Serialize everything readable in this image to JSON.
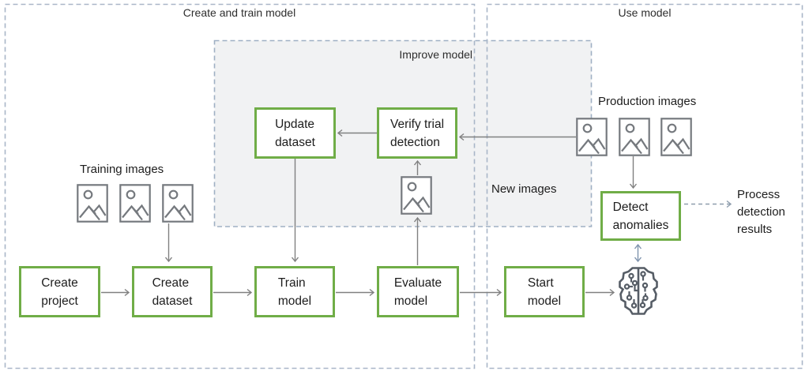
{
  "sections": {
    "create_and_train": {
      "title": "Create and train model"
    },
    "use_model": {
      "title": "Use model"
    },
    "improve_model": {
      "title": "Improve model"
    }
  },
  "nodes": {
    "create_project": {
      "label": "Create\nproject"
    },
    "create_dataset": {
      "label": "Create\ndataset"
    },
    "train_model": {
      "label": "Train\nmodel"
    },
    "evaluate_model": {
      "label": "Evaluate\nmodel"
    },
    "start_model": {
      "label": "Start\nmodel"
    },
    "update_dataset": {
      "label": "Update\ndataset"
    },
    "verify_trial_detection": {
      "label": "Verify trial\ndetection"
    },
    "detect_anomalies": {
      "label": "Detect\nanomalies"
    }
  },
  "annotations": {
    "training_images": "Training images",
    "production_images": "Production images",
    "new_images": "New images",
    "process_detection_results": "Process\ndetection\nresults"
  },
  "icons": {
    "image_icon": "image-placeholder-icon",
    "model_icon": "ml-brain-circuit-icon"
  },
  "colors": {
    "node_border_green": "#70ad47",
    "section_border": "#a9b6c8",
    "improve_box_fill": "#f1f2f3",
    "arrow_gray": "#808080",
    "accent_arrow_blue_gray": "#7e93ad",
    "image_icon_stroke": "#75797e",
    "brain_icon": "#565d66"
  }
}
